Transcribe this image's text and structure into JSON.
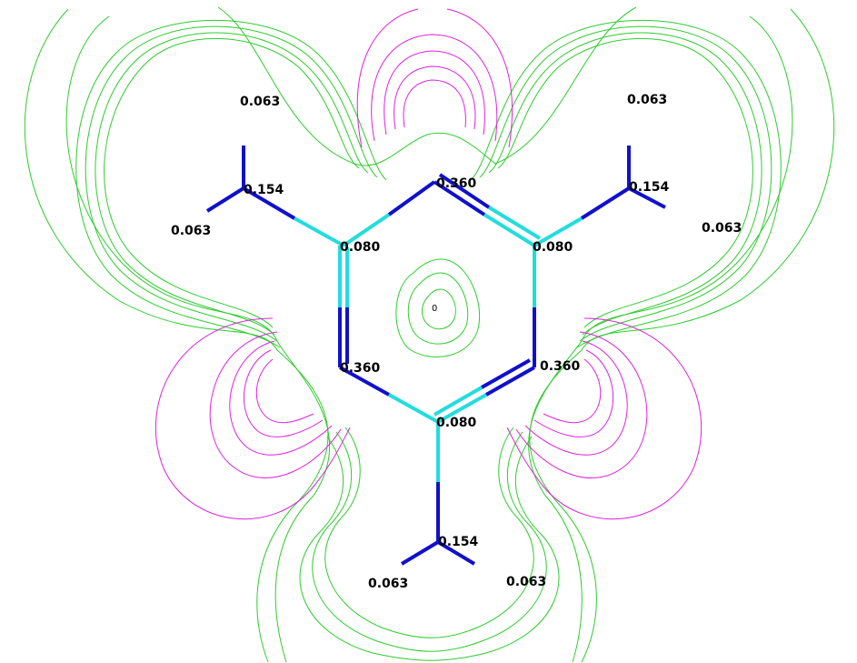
{
  "colors": {
    "positive_contour": "#2ecc2e",
    "negative_contour": "#dd22dd",
    "carbon": "#22dddd",
    "nitrogen": "#1010cc",
    "label": "#000000"
  },
  "labels": {
    "n_top": "0.360",
    "n_left": "0.360",
    "n_right": "0.360",
    "c_left": "0.080",
    "c_right": "0.080",
    "c_bottom": "0.080",
    "nh2_left": "0.154",
    "nh2_right": "0.154",
    "nh2_bottom": "0.154",
    "lobe_top_left": "0.063",
    "lobe_top_right": "0.063",
    "lobe_left": "0.063",
    "lobe_right": "0.063",
    "lobe_bottom_left": "0.063",
    "lobe_bottom_right": "0.063",
    "center": "0"
  }
}
